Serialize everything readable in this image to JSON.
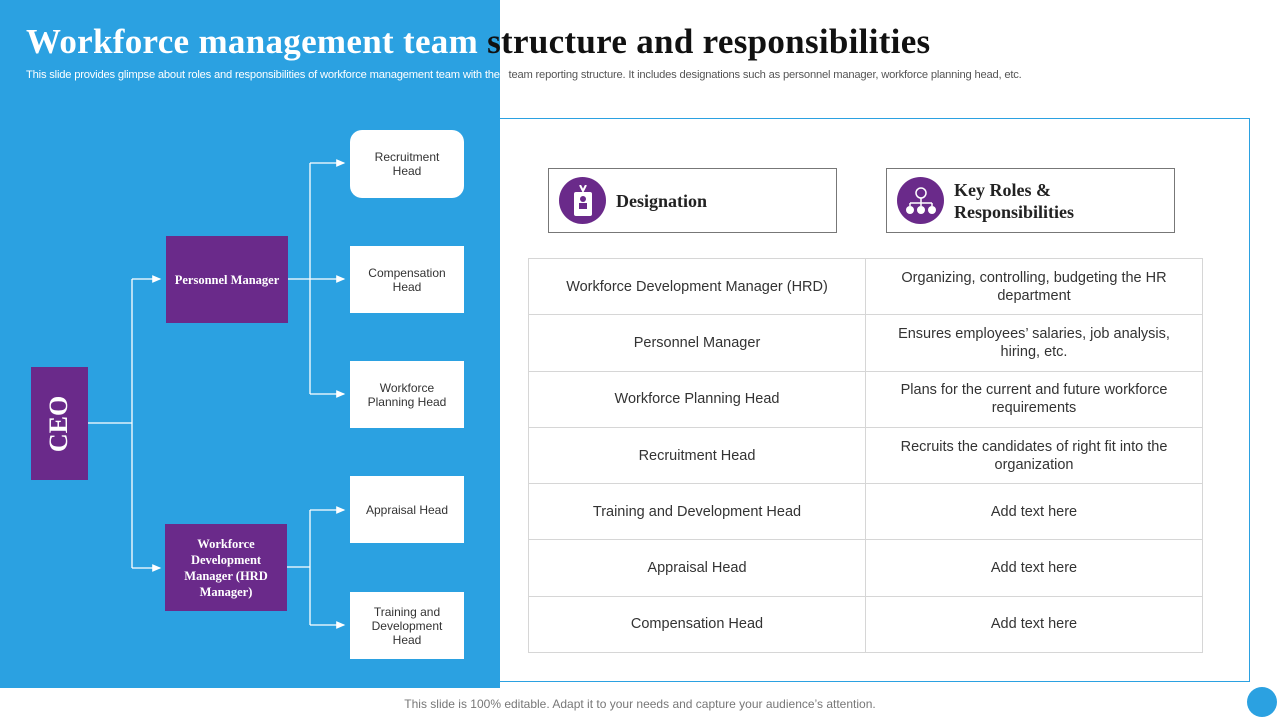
{
  "title": "Workforce management team structure and responsibilities",
  "subtitle": "This slide provides glimpse about roles and responsibilities of workforce management team with their team reporting structure. It includes designations such as personnel manager, workforce planning head, etc.",
  "org": {
    "ceo": "CEO",
    "personnel_manager": "Personnel Manager",
    "wdm": "Workforce Development Manager (HRD Manager)",
    "heads": [
      "Recruitment Head",
      "Compensation Head",
      "Workforce Planning Head",
      "Appraisal Head",
      "Training and Development Head"
    ]
  },
  "table": {
    "headers": [
      {
        "label": "Designation",
        "icon": "id-badge-icon"
      },
      {
        "label": "Key Roles & Responsibilities",
        "icon": "hierarchy-icon"
      }
    ],
    "rows": [
      [
        "Workforce Development Manager (HRD)",
        "Organizing, controlling, budgeting the HR department"
      ],
      [
        "Personnel Manager",
        "Ensures employees’ salaries, job analysis, hiring, etc."
      ],
      [
        "Workforce Planning Head",
        "Plans for the current and future workforce requirements"
      ],
      [
        "Recruitment Head",
        "Recruits the candidates of right fit into the organization"
      ],
      [
        "Training and Development Head",
        "Add text here"
      ],
      [
        "Appraisal Head",
        "Add text here"
      ],
      [
        "Compensation Head",
        "Add text here"
      ]
    ]
  },
  "footer": "This slide is 100% editable. Adapt it to your needs and capture your audience’s attention.",
  "colors": {
    "blue": "#2BA1E1",
    "purple": "#6A2A8A"
  }
}
